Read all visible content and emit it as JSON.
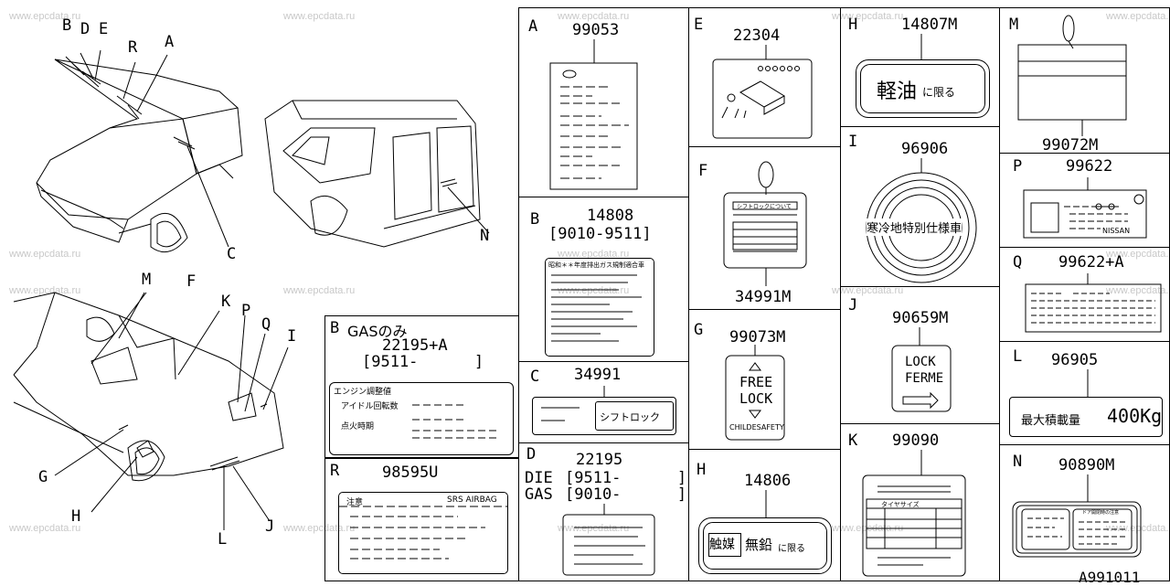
{
  "watermark": "www.epcdata.ru",
  "figure_id": "A991011",
  "callouts": [
    "B",
    "D",
    "E",
    "R",
    "A",
    "C",
    "N",
    "M",
    "F",
    "K",
    "P",
    "Q",
    "I",
    "G",
    "H",
    "L",
    "J"
  ],
  "cells": {
    "A": {
      "letter": "A",
      "part": "99053"
    },
    "B": {
      "letter": "B",
      "part": "14808",
      "range": "[9010-9511]",
      "label_title": "昭和＊＊年度排出ガス規制適合車"
    },
    "B_gas": {
      "letter": "B",
      "title": "GASのみ",
      "part": "22195+A",
      "range": "[9511-      ]",
      "header": "エンジン調整値",
      "row1": "アイドル回転数",
      "row2": "点火時期"
    },
    "C": {
      "letter": "C",
      "part": "34991",
      "text": "シフトロック"
    },
    "D": {
      "letter": "D",
      "part": "22195",
      "die": "DIE",
      "die_range": "[9511-      ]",
      "gas": "GAS",
      "gas_range": "[9010-      ]"
    },
    "R": {
      "letter": "R",
      "part": "98595U",
      "caution": "注意",
      "airbag": "SRS AIRBAG"
    },
    "E": {
      "letter": "E",
      "part": "22304"
    },
    "F": {
      "letter": "F",
      "part": "34991M",
      "tag_title": "シフトロックについて"
    },
    "G": {
      "letter": "G",
      "part": "99073M",
      "line1": "FREE",
      "line2": "LOCK",
      "line3": "CHILDESAFETY"
    },
    "H2": {
      "letter": "H",
      "part": "14806",
      "text_a": "触媒",
      "text_b": "無鉛",
      "text_c": "に限る"
    },
    "H": {
      "letter": "H",
      "part": "14807M",
      "text_a": "軽油",
      "text_b": "に限る"
    },
    "I": {
      "letter": "I",
      "part": "96906",
      "text": "寒冷地特別仕様車"
    },
    "J": {
      "letter": "J",
      "part": "90659M",
      "line1": "LOCK",
      "line2": "FERME"
    },
    "K": {
      "letter": "K",
      "part": "99090",
      "tire": "タイヤサイズ"
    },
    "M": {
      "letter": "M",
      "part": "99072M"
    },
    "P": {
      "letter": "P",
      "part": "99622",
      "brand": "NISSAN"
    },
    "Q": {
      "letter": "Q",
      "part": "99622+A"
    },
    "L": {
      "letter": "L",
      "part": "96905",
      "text_a": "最大積載量",
      "text_b": "400Kg"
    },
    "N": {
      "letter": "N",
      "part": "90890M",
      "small": "ドア開閉時の注意"
    }
  }
}
